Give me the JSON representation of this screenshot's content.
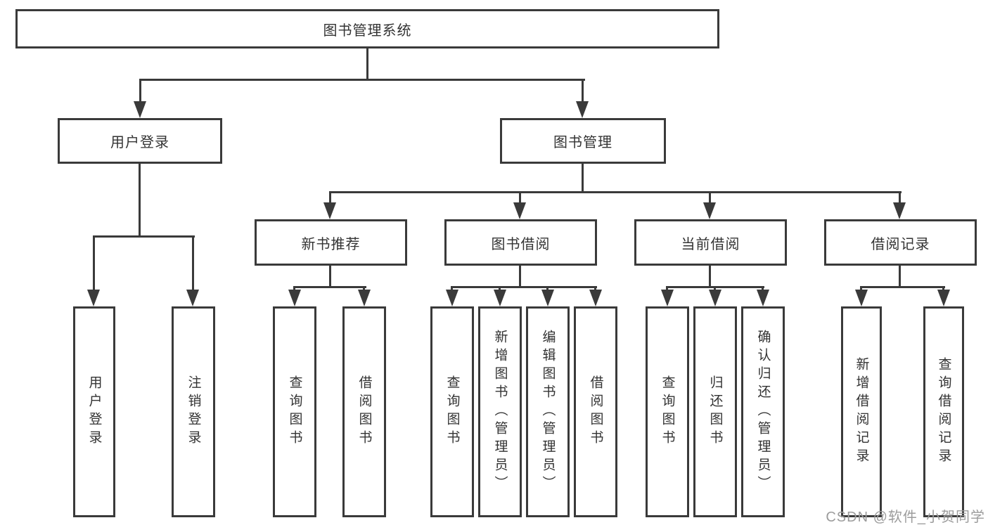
{
  "tree": {
    "root": {
      "label": "图书管理系统"
    },
    "branches": [
      {
        "label": "用户登录",
        "children": [
          {
            "label": "用户登录"
          },
          {
            "label": "注销登录"
          }
        ]
      },
      {
        "label": "图书管理",
        "modules": [
          {
            "label": "新书推荐",
            "children": [
              {
                "label": "查询图书"
              },
              {
                "label": "借阅图书"
              }
            ]
          },
          {
            "label": "图书借阅",
            "children": [
              {
                "label": "查询图书"
              },
              {
                "label": "新增图书（管理员）"
              },
              {
                "label": "编辑图书（管理员）"
              },
              {
                "label": "借阅图书"
              }
            ]
          },
          {
            "label": "当前借阅",
            "children": [
              {
                "label": "查询图书"
              },
              {
                "label": "归还图书"
              },
              {
                "label": "确认归还（管理员）"
              }
            ]
          },
          {
            "label": "借阅记录",
            "children": [
              {
                "label": "新增借阅记录"
              },
              {
                "label": "查询借阅记录"
              }
            ]
          }
        ]
      }
    ]
  },
  "watermark": {
    "text": "CSDN @软件_小贺同学",
    "color": "#9c9c9c"
  },
  "colors": {
    "line": "#3a3a3a",
    "text": "#333333",
    "background": "#ffffff"
  }
}
